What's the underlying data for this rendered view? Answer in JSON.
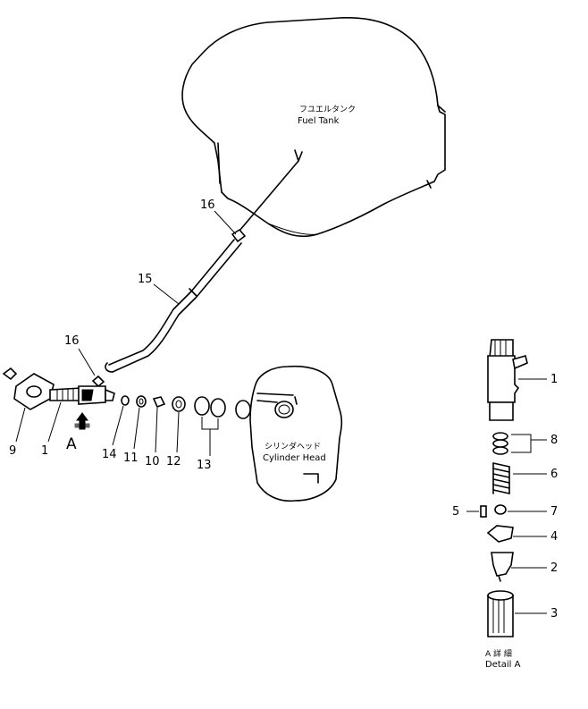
{
  "fuel_tank": {
    "label_jp": "フユエルタンク",
    "label_en": "Fuel  Tank"
  },
  "cylinder_head": {
    "label_jp": "シリンダヘッド",
    "label_en": "Cylinder  Head"
  },
  "view_marker": "A",
  "detail": {
    "label_jp": "A 詳 細",
    "label_en": "Detail  A"
  },
  "callouts_main": [
    "16",
    "15",
    "16",
    "9",
    "1",
    "14",
    "11",
    "10",
    "12",
    "13"
  ],
  "callouts_detail": [
    "1",
    "8",
    "6",
    "5",
    "7",
    "4",
    "2",
    "3"
  ]
}
